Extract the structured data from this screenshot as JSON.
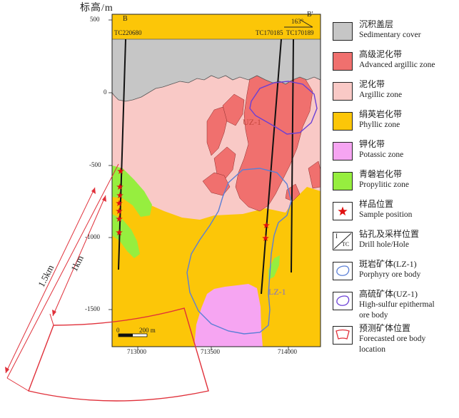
{
  "axis": {
    "ylabel": "标高/m",
    "y_ticks": [
      "500",
      "0",
      "-500",
      "-1000",
      "-1500"
    ],
    "x_ticks": [
      "713000",
      "713500",
      "714000"
    ]
  },
  "section": {
    "left_label": "B",
    "right_label": "B'",
    "azimuth": "163°",
    "holes": [
      "TC220680",
      "TC170185",
      "TC170189"
    ],
    "uz_label": "UZ-1",
    "lz_label": "LZ-1",
    "scale_zero": "0",
    "scale_len": "200 m",
    "dim_outer": "1.5km",
    "dim_inner": "1km"
  },
  "legend": [
    {
      "zh": "沉积盖层",
      "en": "Sedimentary cover",
      "color": "#c6c6c6",
      "icon": "fill"
    },
    {
      "zh": "高级泥化带",
      "en": "Advanced argillic zone",
      "color": "#f0706e",
      "icon": "fill"
    },
    {
      "zh": "泥化带",
      "en": "Argillic zone",
      "color": "#f9c9c6",
      "icon": "fill"
    },
    {
      "zh": "绢英岩化带",
      "en": "Phyllic zone",
      "color": "#fcc608",
      "icon": "fill"
    },
    {
      "zh": "钾化带",
      "en": "Potassic zone",
      "color": "#f6a5f2",
      "icon": "fill"
    },
    {
      "zh": "青磐岩化带",
      "en": "Propylitic zone",
      "color": "#96ee3f",
      "icon": "fill"
    },
    {
      "zh": "样品位置",
      "en": "Sample position",
      "color": "#e01010",
      "icon": "star"
    },
    {
      "zh": "钻孔及采样位置",
      "en": "Drill hole/Hole",
      "color": "#222222",
      "icon": "drillhole",
      "icon_label_top": "I",
      "icon_label_bottom": "TC"
    },
    {
      "zh": "斑岩矿体(LZ-1)",
      "en": "Porphyry ore body",
      "color": "#5b7fd6",
      "icon": "blob"
    },
    {
      "zh": "高硫矿体(UZ-1)",
      "en": "High-sulfur epithermal",
      "en2": "ore body",
      "color": "#6a3fd6",
      "icon": "blob"
    },
    {
      "zh": "预测矿体位置",
      "en": "Forecasted ore body",
      "en2": "location",
      "color": "#e0303a",
      "icon": "fan"
    }
  ]
}
